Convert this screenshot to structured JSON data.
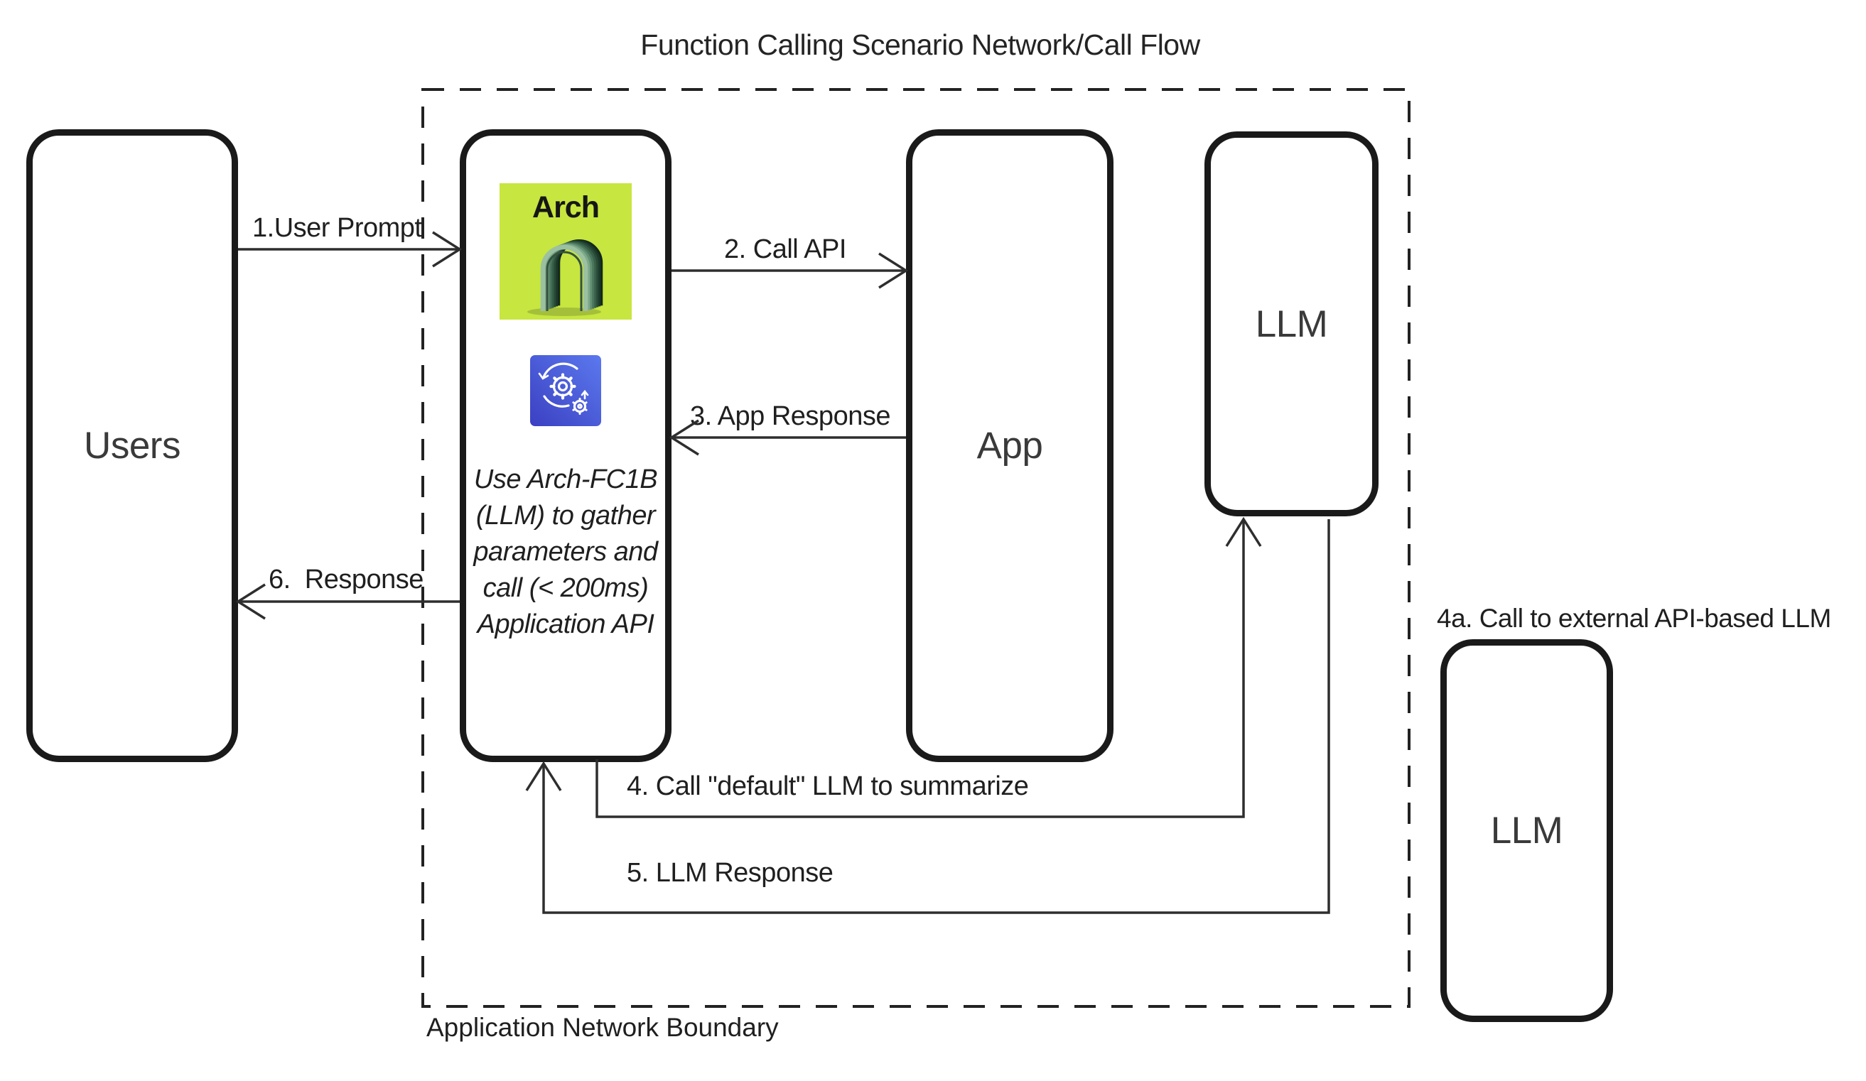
{
  "title": "Function Calling Scenario Network/Call Flow",
  "boundary": {
    "label": "Application Network Boundary"
  },
  "nodes": {
    "users": {
      "label": "Users"
    },
    "arch": {
      "logo_title": "Arch",
      "note_lines": [
        "Use Arch-FC1B",
        "(LLM) to gather",
        "parameters and",
        "call (< 200ms)",
        "Application API"
      ]
    },
    "app": {
      "label": "App"
    },
    "llm_internal": {
      "label": "LLM"
    },
    "llm_external": {
      "label": "LLM",
      "caption": "4a. Call to external API-based LLM"
    }
  },
  "arrows": {
    "user_prompt": "1.User Prompt",
    "call_api": "2. Call API",
    "app_response": "3. App Response",
    "call_default_llm": "4. Call \"default\" LLM to summarize",
    "llm_response": "5. LLM Response",
    "response": "6.  Response"
  },
  "colors": {
    "ink": "#1a1a1a",
    "line": "#2e2e2e",
    "logo-green": "#c7e63f",
    "gear-blue-1": "#5b79ee",
    "gear-blue-2": "#3b40c2"
  }
}
